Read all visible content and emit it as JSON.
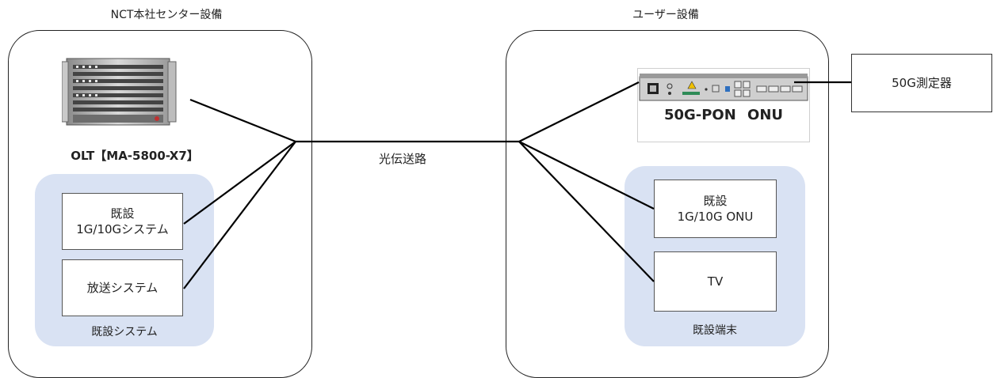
{
  "left_group": {
    "title": "NCT本社センター設備",
    "olt_label": "OLT【MA-5800-X7】",
    "existing_system_caption": "既設システム",
    "box_existing_1g10g": "既設\n1G/10Gシステム",
    "box_broadcast": "放送システム"
  },
  "center": {
    "fiber_label": "光伝送路"
  },
  "right_group": {
    "title": "ユーザー設備",
    "onu_label": "50G-PON ONU",
    "existing_terminal_caption": "既設端末",
    "box_existing_onu": "既設\n1G/10G ONU",
    "box_tv": "TV"
  },
  "external": {
    "tester_label": "50G測定器"
  },
  "colors": {
    "sub_group_fill": "#d9e2f3",
    "line": "#000000"
  }
}
